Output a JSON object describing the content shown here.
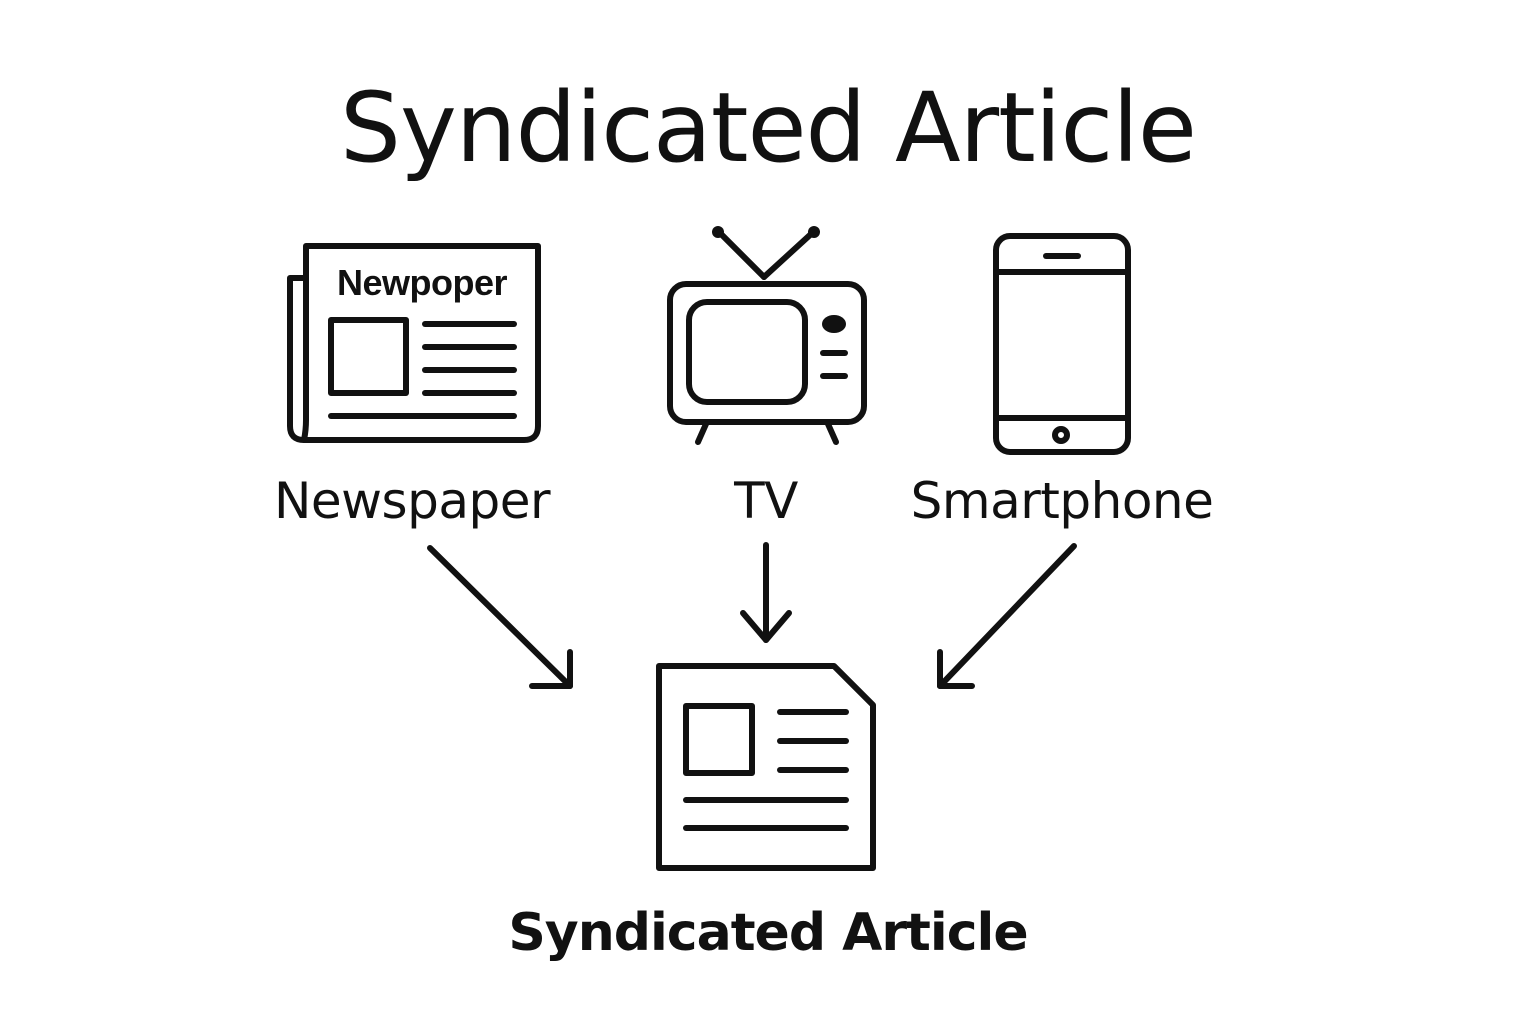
{
  "title": "Syndicated Article",
  "sources": [
    {
      "label": "Newspaper",
      "icon": "newspaper-icon",
      "masthead": "Newpoper"
    },
    {
      "label": "TV",
      "icon": "tv-icon"
    },
    {
      "label": "Smartphone",
      "icon": "smartphone-icon"
    }
  ],
  "target": {
    "label": "Syndicated Article",
    "icon": "article-icon"
  },
  "colors": {
    "stroke": "#111111",
    "background": "#ffffff"
  }
}
